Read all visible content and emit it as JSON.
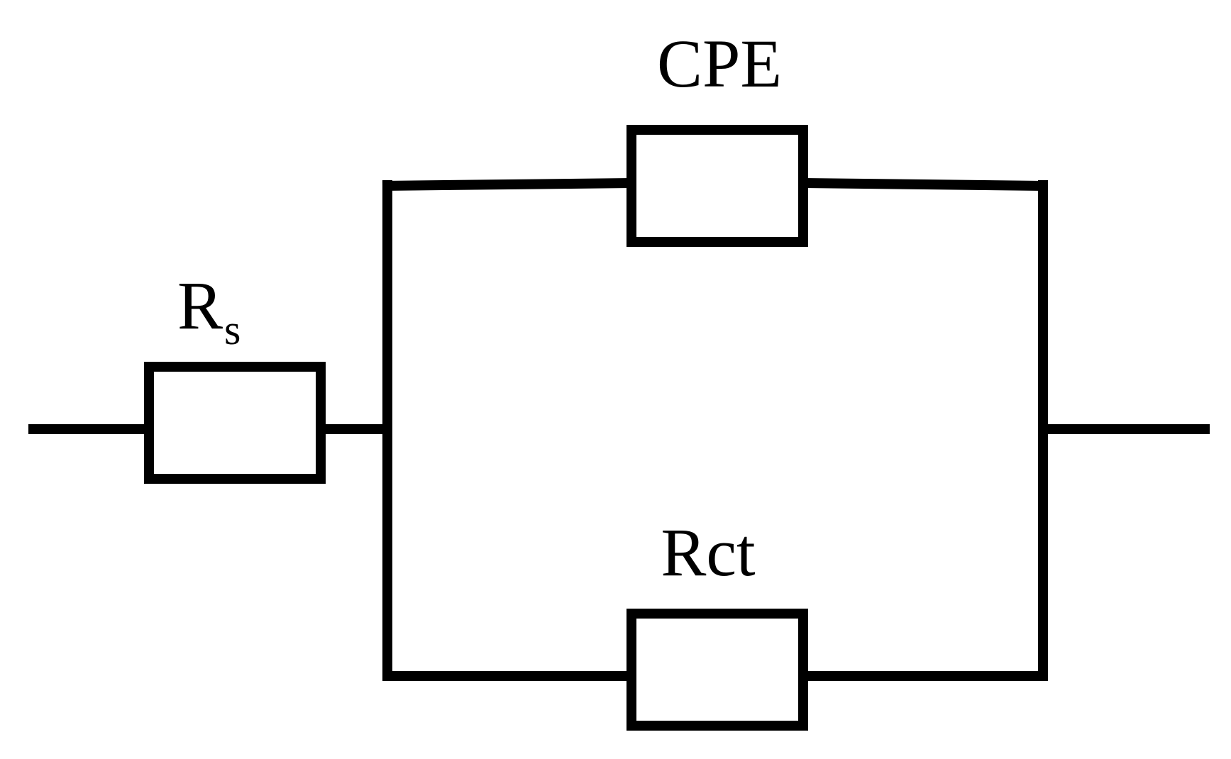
{
  "diagram": {
    "components": {
      "rs": {
        "label": "R",
        "subscript": "s"
      },
      "cpe": {
        "label": "CPE"
      },
      "rct": {
        "label": "Rct"
      }
    },
    "colors": {
      "line": "#000000",
      "background": "#ffffff"
    }
  }
}
